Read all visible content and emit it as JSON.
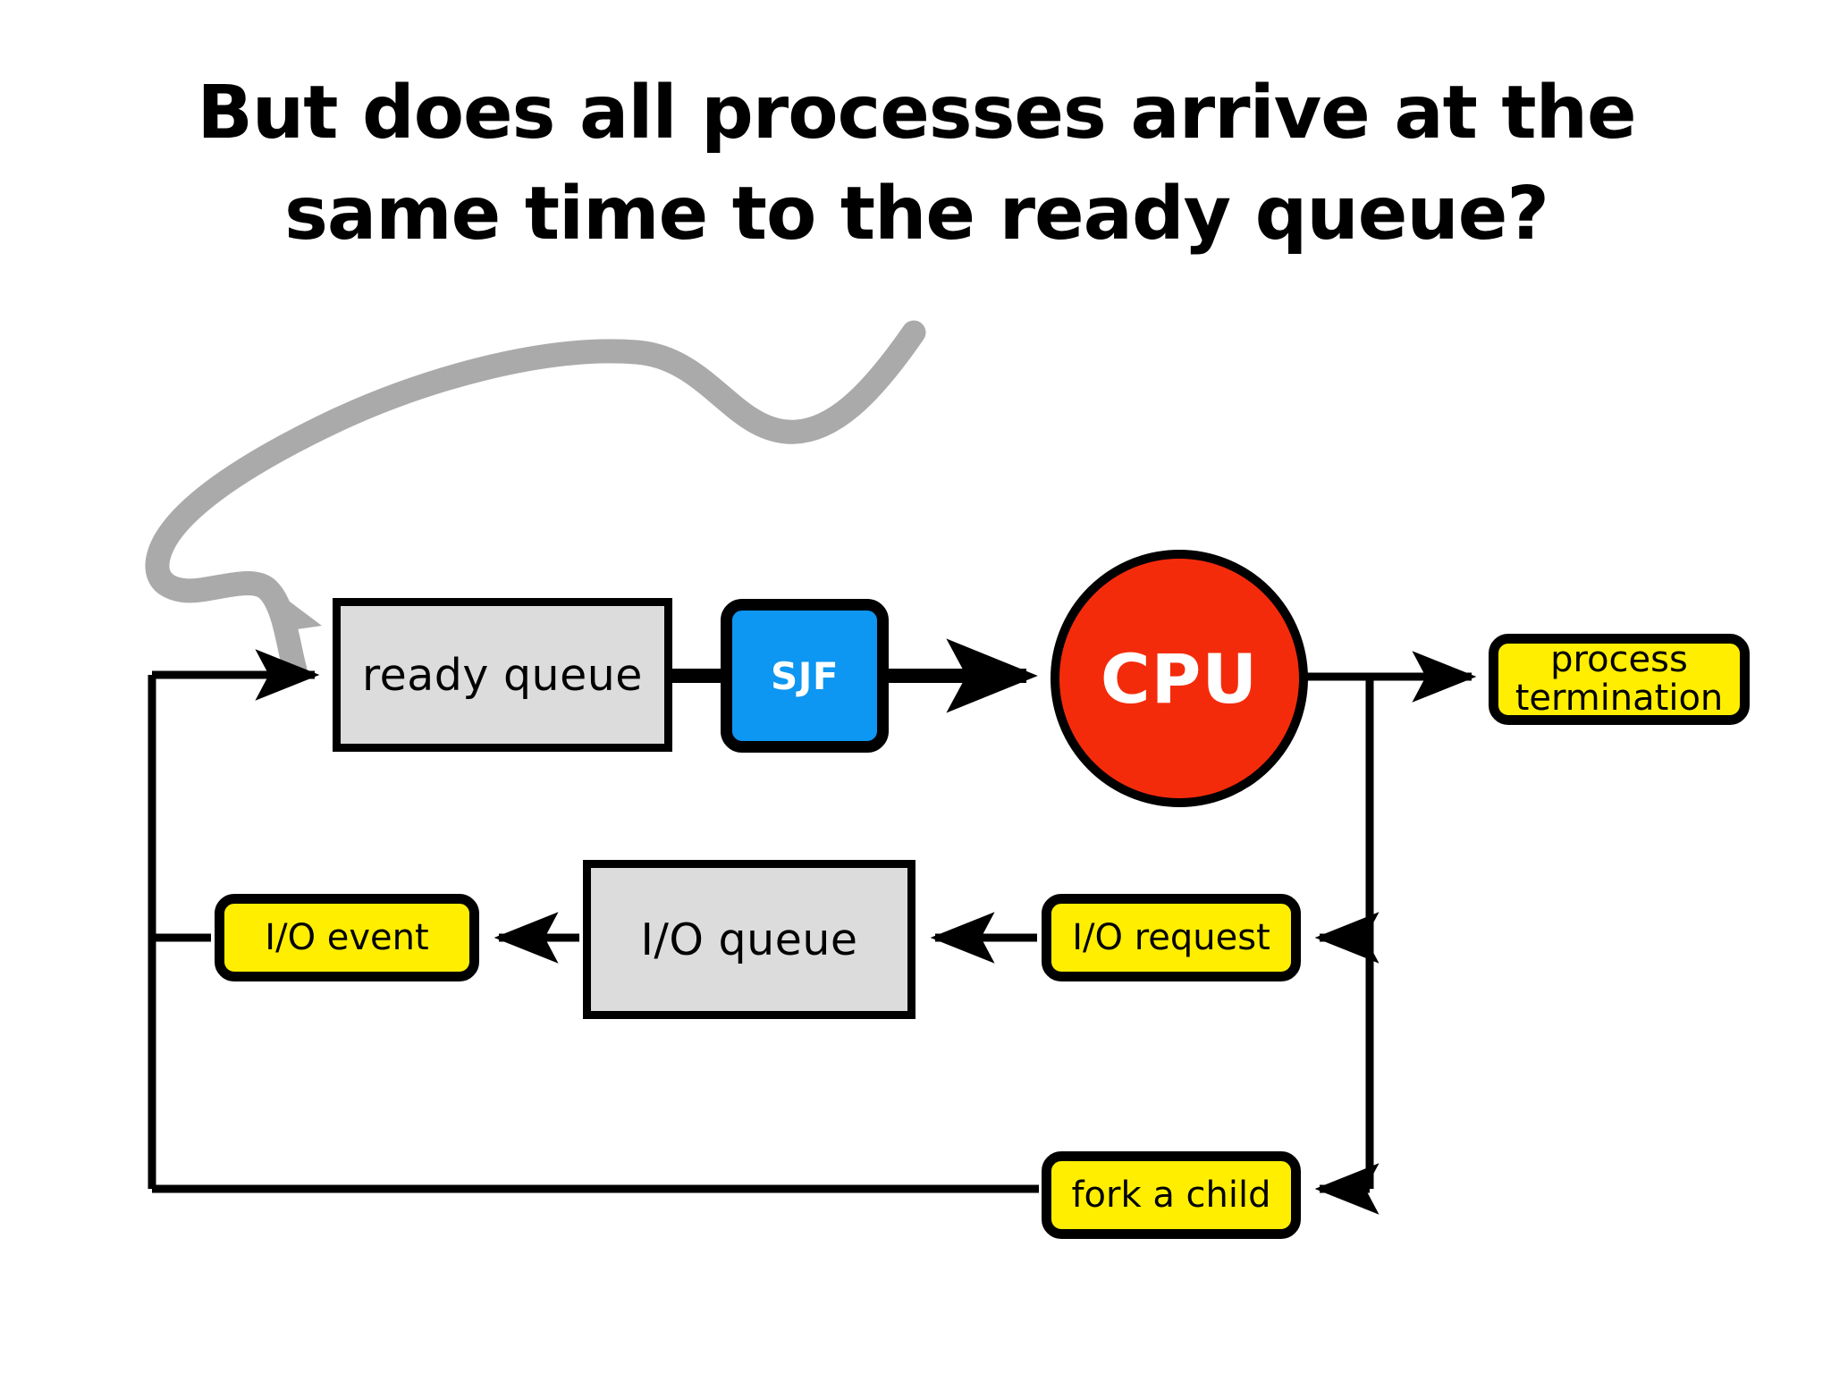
{
  "slide": {
    "title": "But does all processes arrive at the\nsame time to the ready queue?",
    "background_color": "#ffffff"
  },
  "colors": {
    "queue_fill": "#dcdcdc",
    "pill_fill": "#ffee00",
    "sjf_fill": "#0d96f2",
    "cpu_fill": "#f42b0b",
    "stroke": "#000000",
    "highlight_arrow": "#aaaaaa"
  },
  "diagram": {
    "nodes": {
      "ready_queue": "ready queue",
      "sjf": "SJF",
      "cpu": "CPU",
      "process_termination": "process\ntermination",
      "io_queue": "I/O queue",
      "io_event": "I/O event",
      "io_request": "I/O request",
      "fork_a_child": "fork a child"
    },
    "edges": [
      {
        "from": "left-return-bus",
        "to": "ready_queue",
        "style": "solid-arrow"
      },
      {
        "from": "ready_queue",
        "to": "sjf",
        "style": "thick-line"
      },
      {
        "from": "sjf",
        "to": "cpu",
        "style": "thick-arrow"
      },
      {
        "from": "cpu",
        "to": "process_termination",
        "style": "solid-arrow"
      },
      {
        "from": "cpu-branch",
        "to": "io_request",
        "style": "solid-arrow"
      },
      {
        "from": "cpu-branch",
        "to": "fork_a_child",
        "style": "solid-arrow"
      },
      {
        "from": "io_request",
        "to": "io_queue",
        "style": "solid-arrow"
      },
      {
        "from": "io_queue",
        "to": "io_event",
        "style": "solid-arrow"
      },
      {
        "from": "io_event",
        "to": "left-return-bus",
        "style": "solid-line"
      },
      {
        "from": "fork_a_child",
        "to": "left-return-bus",
        "style": "solid-line"
      }
    ],
    "annotation_arrow": {
      "name": "hand-drawn-curved-pointer",
      "color": "#aaaaaa",
      "points_to": "ready_queue"
    }
  }
}
